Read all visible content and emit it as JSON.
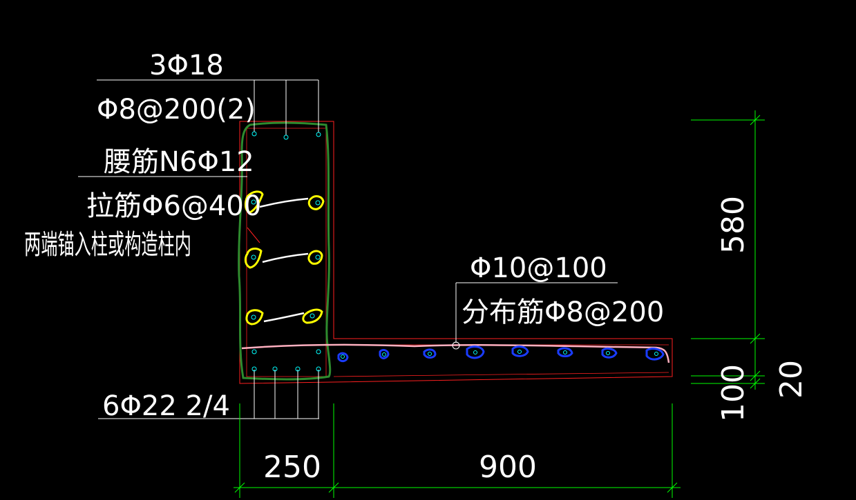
{
  "labels": {
    "top_rebar": "3Φ18",
    "stirrup": "Φ8@200(2)",
    "waist_rebar": "腰筋N6Φ12",
    "tie_bar": "拉筋Φ6@400",
    "tie_note": "两端锚入柱或构造柱内",
    "bottom_rebar": "6Φ22 2/4",
    "slab_main": "Φ10@100",
    "slab_dist": "分布筋Φ8@200"
  },
  "dimensions": {
    "beam_width": "250",
    "slab_length": "900",
    "beam_height": "580",
    "slab_gap": "20",
    "slab_thick": "100"
  },
  "colors": {
    "background": "#000000",
    "text": "#ffffff",
    "dimension": "#00ff00",
    "outline": "#ff2020",
    "stirrup_green": "#2e8b2e",
    "rebar_cyan": "#00ffff",
    "tie_yellow": "#ffff00",
    "slab_blue": "#1a3cff",
    "slab_pink": "#ffb0c0"
  }
}
